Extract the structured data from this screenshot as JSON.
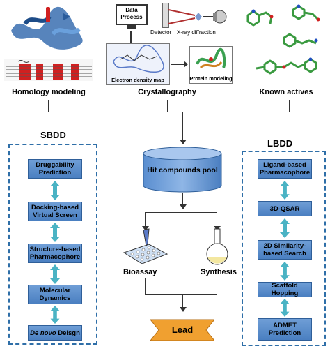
{
  "top_labels": {
    "homology": "Homology modeling",
    "crystallography": "Crystallography",
    "known_actives": "Known actives"
  },
  "crystallography_panel": {
    "data_process": "Data Process",
    "detector": "Detector",
    "xray": "X-ray diffraction",
    "edm": "Electron density map",
    "protein_modeling": "Protein modeling"
  },
  "sbdd": {
    "title": "SBDD",
    "steps": [
      "Druggability Prediction",
      "Docking-based Virtual Screen",
      "Structure-based Pharmacophore",
      "Molecular Dynamics"
    ],
    "last_italic": "De novo",
    "last_rest": " Deisgn"
  },
  "lbdd": {
    "title": "LBDD",
    "steps": [
      "Ligand-based Pharmacophore",
      "3D-QSAR",
      "2D Similarity-based Search",
      "Scaffold Hopping",
      "ADMET Prediction"
    ]
  },
  "center": {
    "pool": "Hit compounds pool",
    "bioassay": "Bioassay",
    "synthesis": "Synthesis",
    "lead": "Lead"
  },
  "colors": {
    "panel_border": "#2f6fa8",
    "box": "#5b8fcf",
    "arrow_teal": "#4ab3c4",
    "lead": "#f0a030"
  }
}
